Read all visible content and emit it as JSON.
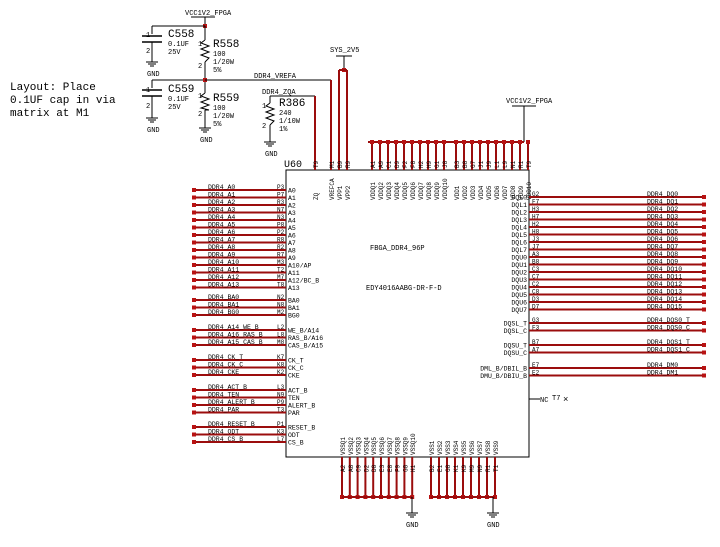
{
  "colors": {
    "wire": "#9b0d0d",
    "pin": "#b81313",
    "line": "#000000",
    "text": "#000000",
    "bg": "#ffffff"
  },
  "note": {
    "line1": "Layout:  Place",
    "line2": "0.1UF cap in via",
    "line3": "matrix at M1"
  },
  "power": {
    "vcc_top": "VCC1V2_FPGA",
    "vcc_right": "VCC1V2_FPGA",
    "sys": "SYS_2V5",
    "gnd": "GND"
  },
  "nets": {
    "vrefa": "DDR4_VREFA",
    "zqa": "DDR4_ZQA"
  },
  "components": {
    "c558": {
      "ref": "C558",
      "val": "0.1UF",
      "volt": "25V",
      "p1": "1",
      "p2": "2"
    },
    "c559": {
      "ref": "C559",
      "val": "0.1UF",
      "volt": "25V",
      "p1": "1",
      "p2": "2"
    },
    "r558": {
      "ref": "R558",
      "v1": "100",
      "v2": "1/20W",
      "v3": "5%",
      "p1": "1",
      "p2": "2"
    },
    "r559": {
      "ref": "R559",
      "v1": "100",
      "v2": "1/20W",
      "v3": "5%",
      "p1": "1",
      "p2": "2"
    },
    "r386": {
      "ref": "R386",
      "v1": "240",
      "v2": "1/10W",
      "v3": "1%",
      "p1": "1",
      "p2": "2"
    }
  },
  "ic": {
    "ref": "U60",
    "footprint": "FBGA_DDR4_96P",
    "part": "EDY4016AABG-DR-F-D",
    "nc_label": "NC",
    "nc_pin": "T7"
  },
  "top_pins": [
    {
      "pin": "T9",
      "name": "ZQ"
    },
    {
      "pin": "M1",
      "name": "VREFCA"
    },
    {
      "pin": "B9",
      "name": "VPP1"
    },
    {
      "pin": "R9",
      "name": "VPP2"
    },
    {
      "pin": "A1",
      "name": "VDDQ1"
    },
    {
      "pin": "A9",
      "name": "VDDQ2"
    },
    {
      "pin": "C1",
      "name": "VDDQ3"
    },
    {
      "pin": "D9",
      "name": "VDDQ4"
    },
    {
      "pin": "F2",
      "name": "VDDQ5"
    },
    {
      "pin": "F8",
      "name": "VDDQ6"
    },
    {
      "pin": "H2",
      "name": "VDDQ7"
    },
    {
      "pin": "H9",
      "name": "VDDQ8"
    },
    {
      "pin": "G1",
      "name": "VDDQ9"
    },
    {
      "pin": "J8",
      "name": "VDDQ10"
    },
    {
      "pin": "B3",
      "name": "VDD1"
    },
    {
      "pin": "B8",
      "name": "VDD2"
    },
    {
      "pin": "G7",
      "name": "VDD3"
    },
    {
      "pin": "J1",
      "name": "VDD4"
    },
    {
      "pin": "J9",
      "name": "VDD5"
    },
    {
      "pin": "L1",
      "name": "VDD6"
    },
    {
      "pin": "L9",
      "name": "VDD7"
    },
    {
      "pin": "N1",
      "name": "VDD8"
    },
    {
      "pin": "R1",
      "name": "VDD9"
    },
    {
      "pin": "T9",
      "name": "VDD10"
    }
  ],
  "left_pins": [
    {
      "net": "DDR4_A0",
      "pin": "P3",
      "name": "A0"
    },
    {
      "net": "DDR4_A1",
      "pin": "P7",
      "name": "A1"
    },
    {
      "net": "DDR4_A2",
      "pin": "R3",
      "name": "A2"
    },
    {
      "net": "DDR4_A3",
      "pin": "N7",
      "name": "A3"
    },
    {
      "net": "DDR4_A4",
      "pin": "N3",
      "name": "A4"
    },
    {
      "net": "DDR4_A5",
      "pin": "P8",
      "name": "A5"
    },
    {
      "net": "DDR4_A6",
      "pin": "P2",
      "name": "A6"
    },
    {
      "net": "DDR4_A7",
      "pin": "R8",
      "name": "A7"
    },
    {
      "net": "DDR4_A8",
      "pin": "R2",
      "name": "A8"
    },
    {
      "net": "DDR4_A9",
      "pin": "R7",
      "name": "A9"
    },
    {
      "net": "DDR4_A10",
      "pin": "M3",
      "name": "A10/AP"
    },
    {
      "net": "DDR4_A11",
      "pin": "T2",
      "name": "A11"
    },
    {
      "net": "DDR4_A12",
      "pin": "M7",
      "name": "A12/BC_B"
    },
    {
      "net": "DDR4_A13",
      "pin": "T8",
      "name": "A13"
    },
    {
      "net": "DDR4_BA0",
      "pin": "N2",
      "name": "BA0"
    },
    {
      "net": "DDR4_BA1",
      "pin": "N8",
      "name": "BA1"
    },
    {
      "net": "DDR4_BG0",
      "pin": "M2",
      "name": "BG0"
    },
    {
      "net": "DDR4_A14_WE_B",
      "pin": "L2",
      "name": "WE_B/A14"
    },
    {
      "net": "DDR4_A16_RAS_B",
      "pin": "L8",
      "name": "RAS_B/A16"
    },
    {
      "net": "DDR4_A15_CAS_B",
      "pin": "M8",
      "name": "CAS_B/A15"
    },
    {
      "net": "DDR4_CK_T",
      "pin": "K7",
      "name": "CK_T"
    },
    {
      "net": "DDR4_CK_C",
      "pin": "K8",
      "name": "CK_C"
    },
    {
      "net": "DDR4_CKE",
      "pin": "K2",
      "name": "CKE"
    },
    {
      "net": "DDR4_ACT_B",
      "pin": "L3",
      "name": "ACT_B"
    },
    {
      "net": "DDR4_TEN",
      "pin": "N9",
      "name": "TEN"
    },
    {
      "net": "DDR4_ALERT_B",
      "pin": "P9",
      "name": "ALERT_B"
    },
    {
      "net": "DDR4_PAR",
      "pin": "T3",
      "name": "PAR"
    },
    {
      "net": "DDR4_RESET_B",
      "pin": "P1",
      "name": "RESET_B"
    },
    {
      "net": "DDR4_ODT",
      "pin": "K3",
      "name": "ODT"
    },
    {
      "net": "DDR4_CS_B",
      "pin": "L7",
      "name": "CS_B"
    }
  ],
  "right_pins": [
    {
      "net": "DDR4_DQ0",
      "pin": "G2",
      "name": "DQL0"
    },
    {
      "net": "DDR4_DQ1",
      "pin": "F7",
      "name": "DQL1"
    },
    {
      "net": "DDR4_DQ2",
      "pin": "H3",
      "name": "DQL2"
    },
    {
      "net": "DDR4_DQ3",
      "pin": "H7",
      "name": "DQL3"
    },
    {
      "net": "DDR4_DQ4",
      "pin": "H2",
      "name": "DQL4"
    },
    {
      "net": "DDR4_DQ5",
      "pin": "H8",
      "name": "DQL5"
    },
    {
      "net": "DDR4_DQ6",
      "pin": "J3",
      "name": "DQL6"
    },
    {
      "net": "DDR4_DQ7",
      "pin": "J7",
      "name": "DQL7"
    },
    {
      "net": "DDR4_DQ8",
      "pin": "A3",
      "name": "DQU0"
    },
    {
      "net": "DDR4_DQ9",
      "pin": "B8",
      "name": "DQU1"
    },
    {
      "net": "DDR4_DQ10",
      "pin": "C3",
      "name": "DQU2"
    },
    {
      "net": "DDR4_DQ11",
      "pin": "C7",
      "name": "DQU3"
    },
    {
      "net": "DDR4_DQ12",
      "pin": "C2",
      "name": "DQU4"
    },
    {
      "net": "DDR4_DQ13",
      "pin": "C8",
      "name": "DQU5"
    },
    {
      "net": "DDR4_DQ14",
      "pin": "D3",
      "name": "DQU6"
    },
    {
      "net": "DDR4_DQ15",
      "pin": "D7",
      "name": "DQU7"
    },
    {
      "net": "DDR4_DQS0_T",
      "pin": "G3",
      "name": "DQSL_T"
    },
    {
      "net": "DDR4_DQS0_C",
      "pin": "F3",
      "name": "DQSL_C"
    },
    {
      "net": "DDR4_DQS1_T",
      "pin": "B7",
      "name": "DQSU_T"
    },
    {
      "net": "DDR4_DQS1_C",
      "pin": "A7",
      "name": "DQSU_C"
    },
    {
      "net": "DDR4_DM0",
      "pin": "E7",
      "name": "DML_B/DBIL_B"
    },
    {
      "net": "DDR4_DM1",
      "pin": "E2",
      "name": "DMU_B/DBIU_B"
    }
  ],
  "bottom_pins_a": [
    {
      "pin": "A2",
      "name": "VSSQ1"
    },
    {
      "pin": "A8",
      "name": "VSSQ2"
    },
    {
      "pin": "C9",
      "name": "VSSQ3"
    },
    {
      "pin": "D2",
      "name": "VSSQ4"
    },
    {
      "pin": "D8",
      "name": "VSSQ5"
    },
    {
      "pin": "E3",
      "name": "VSSQ6"
    },
    {
      "pin": "E8",
      "name": "VSSQ7"
    },
    {
      "pin": "F9",
      "name": "VSSQ8"
    },
    {
      "pin": "G8",
      "name": "VSSQ9"
    },
    {
      "pin": "H1",
      "name": "VSSQ10"
    }
  ],
  "bottom_pins_b": [
    {
      "pin": "B2",
      "name": "VSS1"
    },
    {
      "pin": "E1",
      "name": "VSS2"
    },
    {
      "pin": "G8",
      "name": "VSS3"
    },
    {
      "pin": "K1",
      "name": "VSS4"
    },
    {
      "pin": "K9",
      "name": "VSS5"
    },
    {
      "pin": "M9",
      "name": "VSS6"
    },
    {
      "pin": "N9",
      "name": "VSS7"
    },
    {
      "pin": "R1",
      "name": "VSS8"
    },
    {
      "pin": "T1",
      "name": "VSS9"
    }
  ]
}
